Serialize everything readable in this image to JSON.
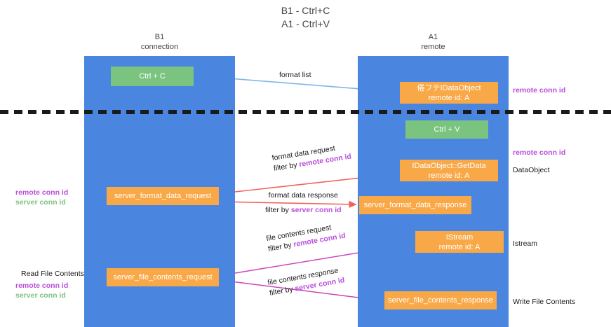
{
  "title": "B1 - Ctrl+C\nA1 - Ctrl+V",
  "title_line1": "B1 - Ctrl+C",
  "title_line2": "A1 - Ctrl+V",
  "colors": {
    "lane": "#4a86e0",
    "green_node": "#7bc47f",
    "orange_node": "#f9a847",
    "remote_conn_id": "#b94ddb",
    "server_conn_id": "#7bc47f",
    "arrow_blue": "#7eb6e8",
    "arrow_red": "#f0635a",
    "arrow_magenta": "#cc44bb",
    "arrow_black": "#1a1a1a",
    "divider": "#1a1a1a"
  },
  "lanes": [
    {
      "id": "b1",
      "title": "B1",
      "subtitle": "connection"
    },
    {
      "id": "a1",
      "title": "A1",
      "subtitle": "remote"
    }
  ],
  "nodes": {
    "ctrl_c": {
      "line1": "Ctrl + C",
      "line2": "",
      "color": "green"
    },
    "idataobject": {
      "line1": "倦フテIDataObject",
      "line2": "remote id: A",
      "color": "orange"
    },
    "ctrl_v": {
      "line1": "Ctrl + V",
      "line2": "",
      "color": "green"
    },
    "getdata": {
      "line1": "IDataObject::GetData",
      "line2": "remote id: A",
      "color": "orange"
    },
    "server_format_data_request": {
      "line1": "server_format_data_request",
      "line2": "",
      "color": "orange"
    },
    "server_format_data_response": {
      "line1": "server_format_data_response",
      "line2": "",
      "color": "orange"
    },
    "istream": {
      "line1": "IStream",
      "line2": "remote id: A",
      "color": "orange"
    },
    "server_file_contents_request": {
      "line1": "server_file_contents_request",
      "line2": "",
      "color": "orange"
    },
    "server_file_contents_response": {
      "line1": "server_file_contents_response",
      "line2": "",
      "color": "orange"
    }
  },
  "edges": {
    "format_list": {
      "label": "format list",
      "filter_prefix": "",
      "filter_key": ""
    },
    "format_data_request": {
      "label": "format data request",
      "filter_prefix": "filter by ",
      "filter_key": "remote conn id"
    },
    "format_data_response": {
      "label": "format data response",
      "filter_prefix": "filter by ",
      "filter_key": "server conn id"
    },
    "file_contents_request": {
      "label": "file contents request",
      "filter_prefix": "filter by ",
      "filter_key": "remote conn id"
    },
    "file_contents_response": {
      "label": "file contents response",
      "filter_prefix": "filter by ",
      "filter_key": "server conn id"
    }
  },
  "annotations": {
    "right": [
      {
        "text": "remote conn id",
        "style": "remote"
      },
      {
        "text": "remote conn id",
        "style": "remote"
      },
      {
        "text": "DataObject",
        "style": "plain"
      },
      {
        "text": "Istream",
        "style": "plain"
      },
      {
        "text": "Write File Contents",
        "style": "plain"
      }
    ],
    "left": [
      {
        "text": "remote conn id",
        "style": "remote"
      },
      {
        "text": "server conn id",
        "style": "server"
      },
      {
        "text": "Read File Contents",
        "style": "plain"
      },
      {
        "text": "remote conn id",
        "style": "remote"
      },
      {
        "text": "server conn id",
        "style": "server"
      }
    ]
  }
}
